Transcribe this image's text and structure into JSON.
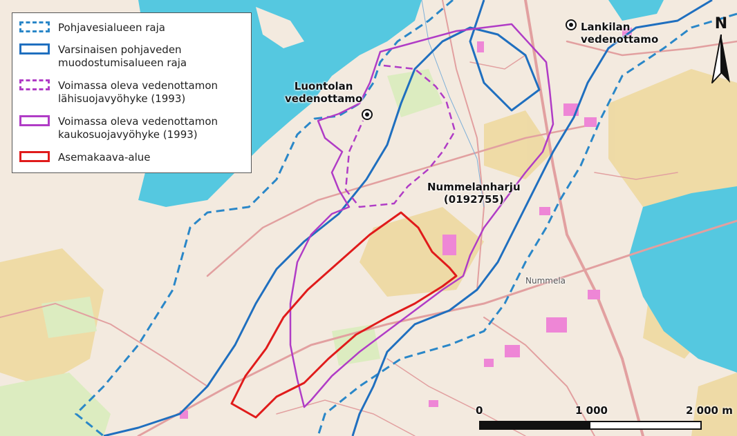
{
  "legend": {
    "items": [
      {
        "label": "Pohjavesialueen raja",
        "color": "#2a87c8",
        "style": "dashed"
      },
      {
        "label": "Varsinaisen pohjaveden\nmuodostumisalueen raja",
        "color": "#1f6fbf",
        "style": "solid"
      },
      {
        "label": "Voimassa oleva vedenottamon\nlähisuojavyöhyke (1993)",
        "color": "#b03cc6",
        "style": "dashed"
      },
      {
        "label": "Voimassa oleva vedenottamon\nkaukosuojavyöhyke (1993)",
        "color": "#b03cc6",
        "style": "solid"
      },
      {
        "label": "Asemakaava-alue",
        "color": "#e01b1b",
        "style": "solid"
      }
    ]
  },
  "places": {
    "luontola": "Luontolan\nvedenottamo",
    "lankila": "Lankilan\nvedenottamo",
    "nummelanharju": "Nummelanharju\n(0192755)",
    "nummela": "Nummela"
  },
  "north_arrow": "N",
  "scale": {
    "labels": [
      "0",
      "1 000",
      "2 000 m"
    ]
  },
  "colors": {
    "water": "#55c8e0",
    "land": "#f3eadf",
    "forest": "#eed9a0",
    "meadow": "#dcecc0",
    "road": "#e2a0a0",
    "building": "#ee86d6"
  }
}
